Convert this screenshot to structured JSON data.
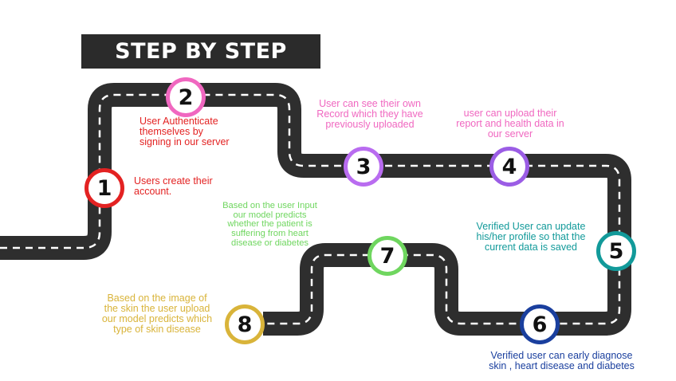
{
  "title": "STEP BY STEP",
  "colors": {
    "road": "#2e2e2e",
    "dash": "#ffffff",
    "step1": "#e32222",
    "step2": "#f067c0",
    "step3": "#b96cf0",
    "step4": "#9b5de5",
    "step5": "#129a9a",
    "step6": "#1a3f9e",
    "step7": "#6fd65f",
    "step8": "#d9b43a"
  },
  "steps": [
    {
      "number": "1",
      "text": "Users create their account."
    },
    {
      "number": "2",
      "text": "User Authenticate themselves by signing in our server"
    },
    {
      "number": "3",
      "text": "User can see their own Record which they have previously uploaded"
    },
    {
      "number": "4",
      "text": "user can upload  their report and health data in our server"
    },
    {
      "number": "5",
      "text": "Verified User can update his/her profile so that the current data is saved"
    },
    {
      "number": "6",
      "text": "Verified user can early diagnose skin , heart disease  and  diabetes"
    },
    {
      "number": "7",
      "text": "Based on the user Input our model predicts whether the patient is suffering from heart disease or diabetes"
    },
    {
      "number": "8",
      "text": "Based on the image of the skin the user upload our model predicts which type of skin disease"
    }
  ]
}
